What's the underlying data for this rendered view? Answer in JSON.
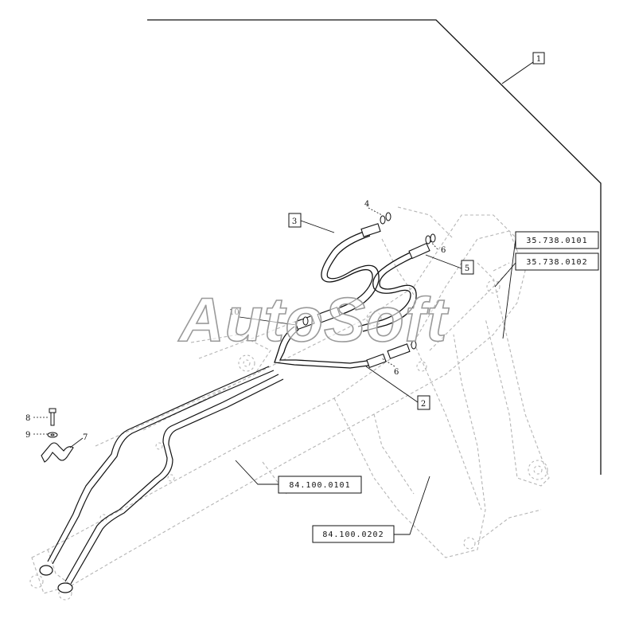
{
  "watermark": "AutoSoft",
  "group_callout": "1",
  "boxed_callouts": [
    "3",
    "5",
    "2"
  ],
  "item_callouts": [
    "4",
    "6",
    "10",
    "6",
    "8",
    "9",
    "7"
  ],
  "references": [
    "35.738.0101",
    "35.738.0102",
    "84.100.0101",
    "84.100.0202"
  ],
  "colors": {
    "line": "#111111",
    "ghost": "#b8b8b8",
    "watermark_fill": "#ffffff",
    "watermark_stroke": "#9a9a9a"
  }
}
